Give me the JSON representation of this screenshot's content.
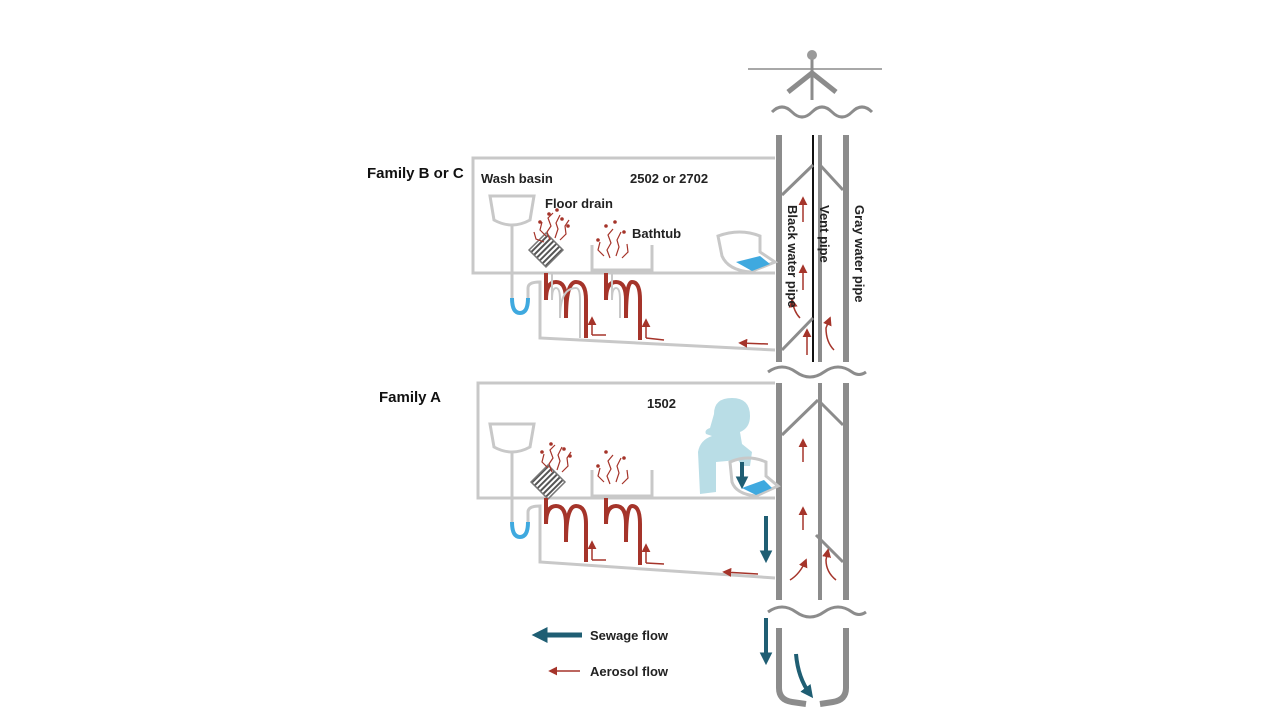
{
  "family_labels": {
    "upper": "Family B or C",
    "lower": "Family A"
  },
  "units": {
    "upper": "2502 or 2702",
    "lower": "1502"
  },
  "fixtures": {
    "wash_basin": "Wash basin",
    "floor_drain": "Floor drain",
    "bathtub": "Bathtub"
  },
  "pipes": {
    "black_water": "Black water pipe",
    "vent": "Vent pipe",
    "gray_water": "Gray water pipe"
  },
  "legend": {
    "sewage_flow": "Sewage flow",
    "aerosol_flow": "Aerosol flow"
  },
  "colors": {
    "wall": "#c8c8c8",
    "pipe": "#8c8c8c",
    "aerosol": "#a5342a",
    "sewage": "#1f5e73",
    "water": "#3fa9df",
    "person": "#b9dde6",
    "drain_grate": "#555555"
  }
}
